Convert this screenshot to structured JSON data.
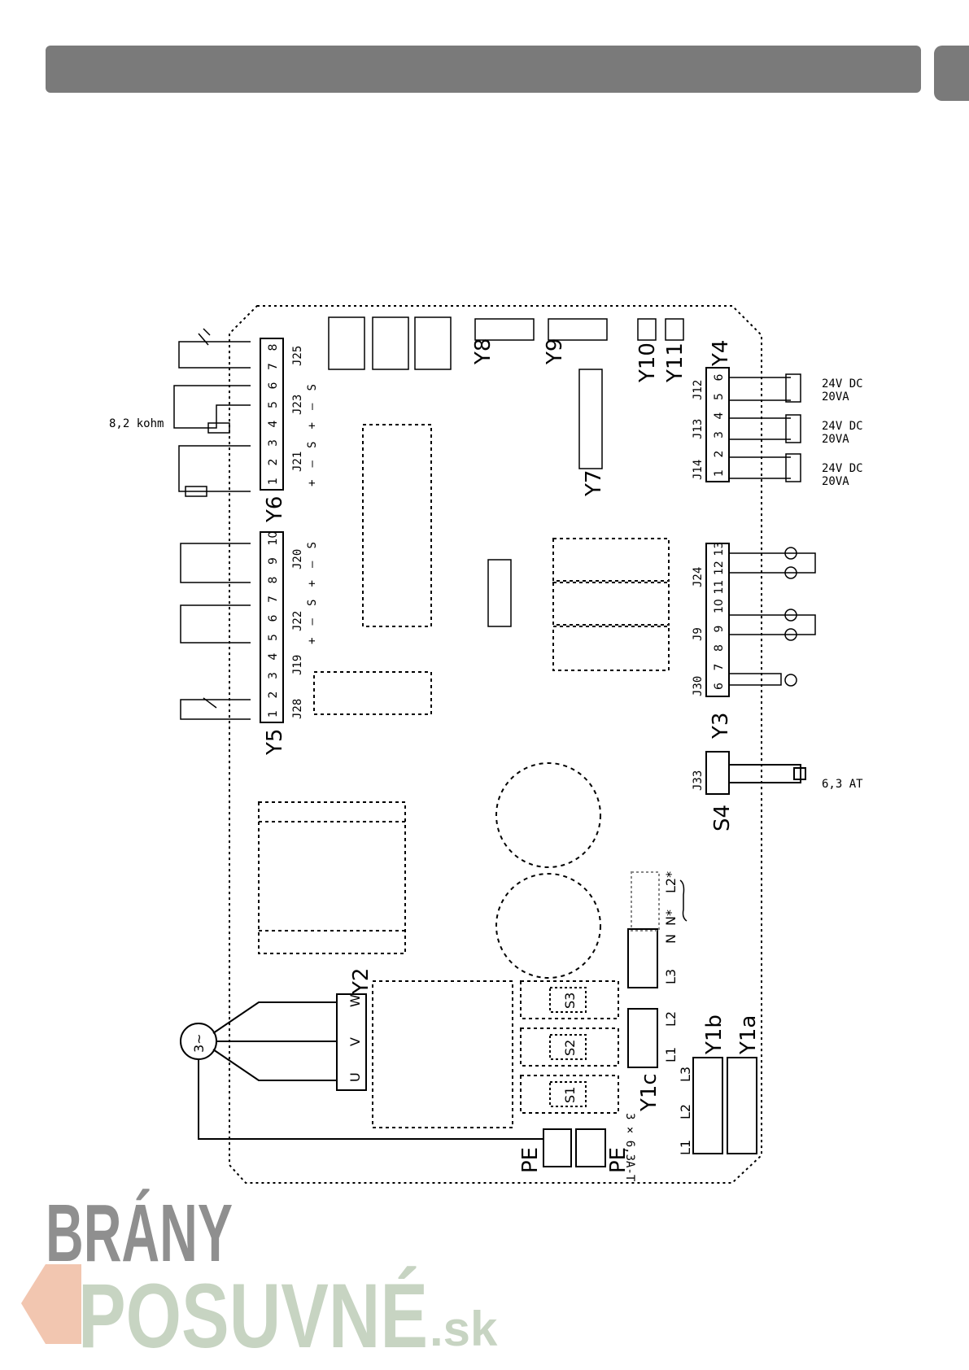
{
  "header": {
    "title": ""
  },
  "diagram": {
    "connector_labels": {
      "y1a": "Y1a",
      "y1b": "Y1b",
      "y1c": "Y1c",
      "y2": "Y2",
      "y3": "Y3",
      "y4": "Y4",
      "y5": "Y5",
      "y6": "Y6",
      "y7": "Y7",
      "y8": "Y8",
      "y9": "Y9",
      "y10": "Y10",
      "y11": "Y11",
      "s4": "S4"
    },
    "jumper_labels": {
      "j9": "J9",
      "j12": "J12",
      "j13": "J13",
      "j14": "J14",
      "j19": "J19",
      "j20": "J20",
      "j21": "J21",
      "j22": "J22",
      "j23": "J23",
      "j24": "J24",
      "j25": "J25",
      "j28": "J28",
      "j30": "J30",
      "j33": "J33"
    },
    "fuse_labels": {
      "s1": "S1",
      "s2": "S2",
      "s3": "S3",
      "rating": "3 × 6,3A-T"
    },
    "motor": {
      "symbol": "3~",
      "phase_u": "U",
      "phase_v": "V",
      "phase_w": "W"
    },
    "earth_labels": {
      "pe_left": "PE",
      "pe_right": "PE"
    },
    "mains_labels": {
      "l1": "L1",
      "l2": "L2",
      "l3": "L3",
      "n": "N",
      "n_star": "N*",
      "l2_star": "L2*"
    },
    "resistor_label": "8,2 kohm",
    "valve_rating": {
      "voltage": "24V DC",
      "power": "20VA"
    },
    "fuse_s4_rating": "6,3 AT",
    "polarity_y6": [
      "+",
      "–",
      "S",
      "+",
      "–",
      "S"
    ],
    "polarity_y5": [
      "+",
      "–",
      "S",
      "+",
      "–",
      "S"
    ],
    "y6_terminals": [
      "1",
      "2",
      "3",
      "4",
      "5",
      "6",
      "7",
      "8"
    ],
    "y5_terminals": [
      "1",
      "2",
      "3",
      "4",
      "5",
      "6",
      "7",
      "8",
      "9",
      "10"
    ],
    "y4_terminals": [
      "1",
      "2",
      "3",
      "4",
      "5",
      "6"
    ],
    "y3_terminals": [
      "6",
      "7",
      "8",
      "9",
      "10",
      "11",
      "12",
      "13"
    ]
  },
  "watermark": {
    "line1": "BRÁNY",
    "line2": "POSUVNÉ",
    "suffix": ".sk"
  },
  "colors": {
    "header": "#7a7a7a",
    "watermark_gray": "#8f8f8f",
    "watermark_green": "#c7d4c2",
    "watermark_orange": "#f2c6b0"
  }
}
